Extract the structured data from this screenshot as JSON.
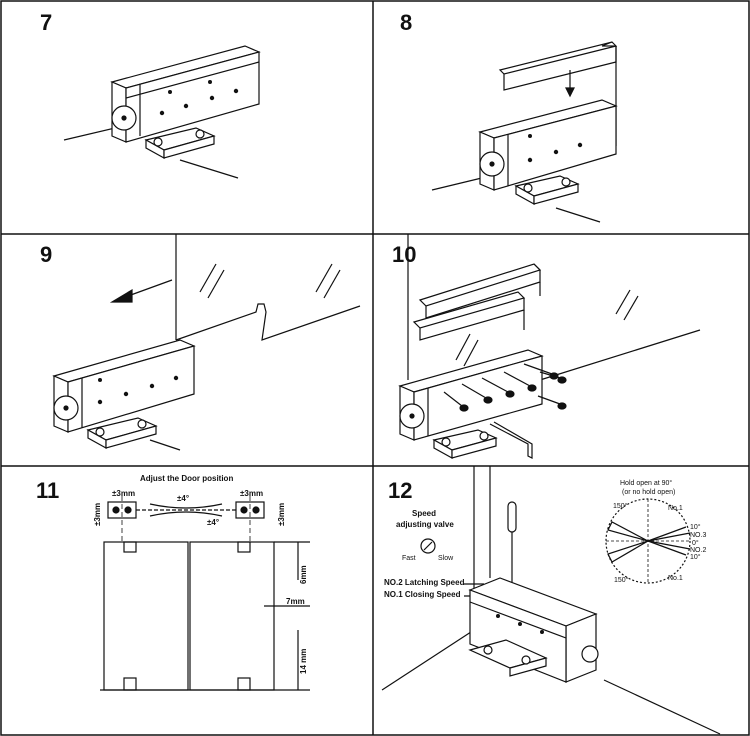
{
  "panels": [
    {
      "step": "7"
    },
    {
      "step": "8"
    },
    {
      "step": "9"
    },
    {
      "step": "10"
    },
    {
      "step": "11",
      "title": "Adjust the Door position",
      "tol_left": "±3mm",
      "tol_right": "±3mm",
      "tol_vert_left": "±3mm",
      "tol_vert_right": "±3mm",
      "angle_top": "±4°",
      "angle_bottom": "±4°",
      "dim_top": "6mm",
      "dim_gap": "7mm",
      "dim_bottom": "14 mm"
    },
    {
      "step": "12",
      "speed_title_1": "Speed",
      "speed_title_2": "adjusting valve",
      "fast": "Fast",
      "slow": "Slow",
      "no2": "NO.2 Latching Speed",
      "no1": "NO.1 Closing Speed",
      "hold_1": "Hold open at 90°",
      "hold_2": "(or no hold open)",
      "a150_top": "150°",
      "a150_bottom": "150°",
      "no1_top": "No.1",
      "no1_bottom": "No.1",
      "a10_top": "10°",
      "no3": "NO.3",
      "a0": "0°",
      "no2_small": "NO.2",
      "a10_bottom": "10°"
    }
  ]
}
